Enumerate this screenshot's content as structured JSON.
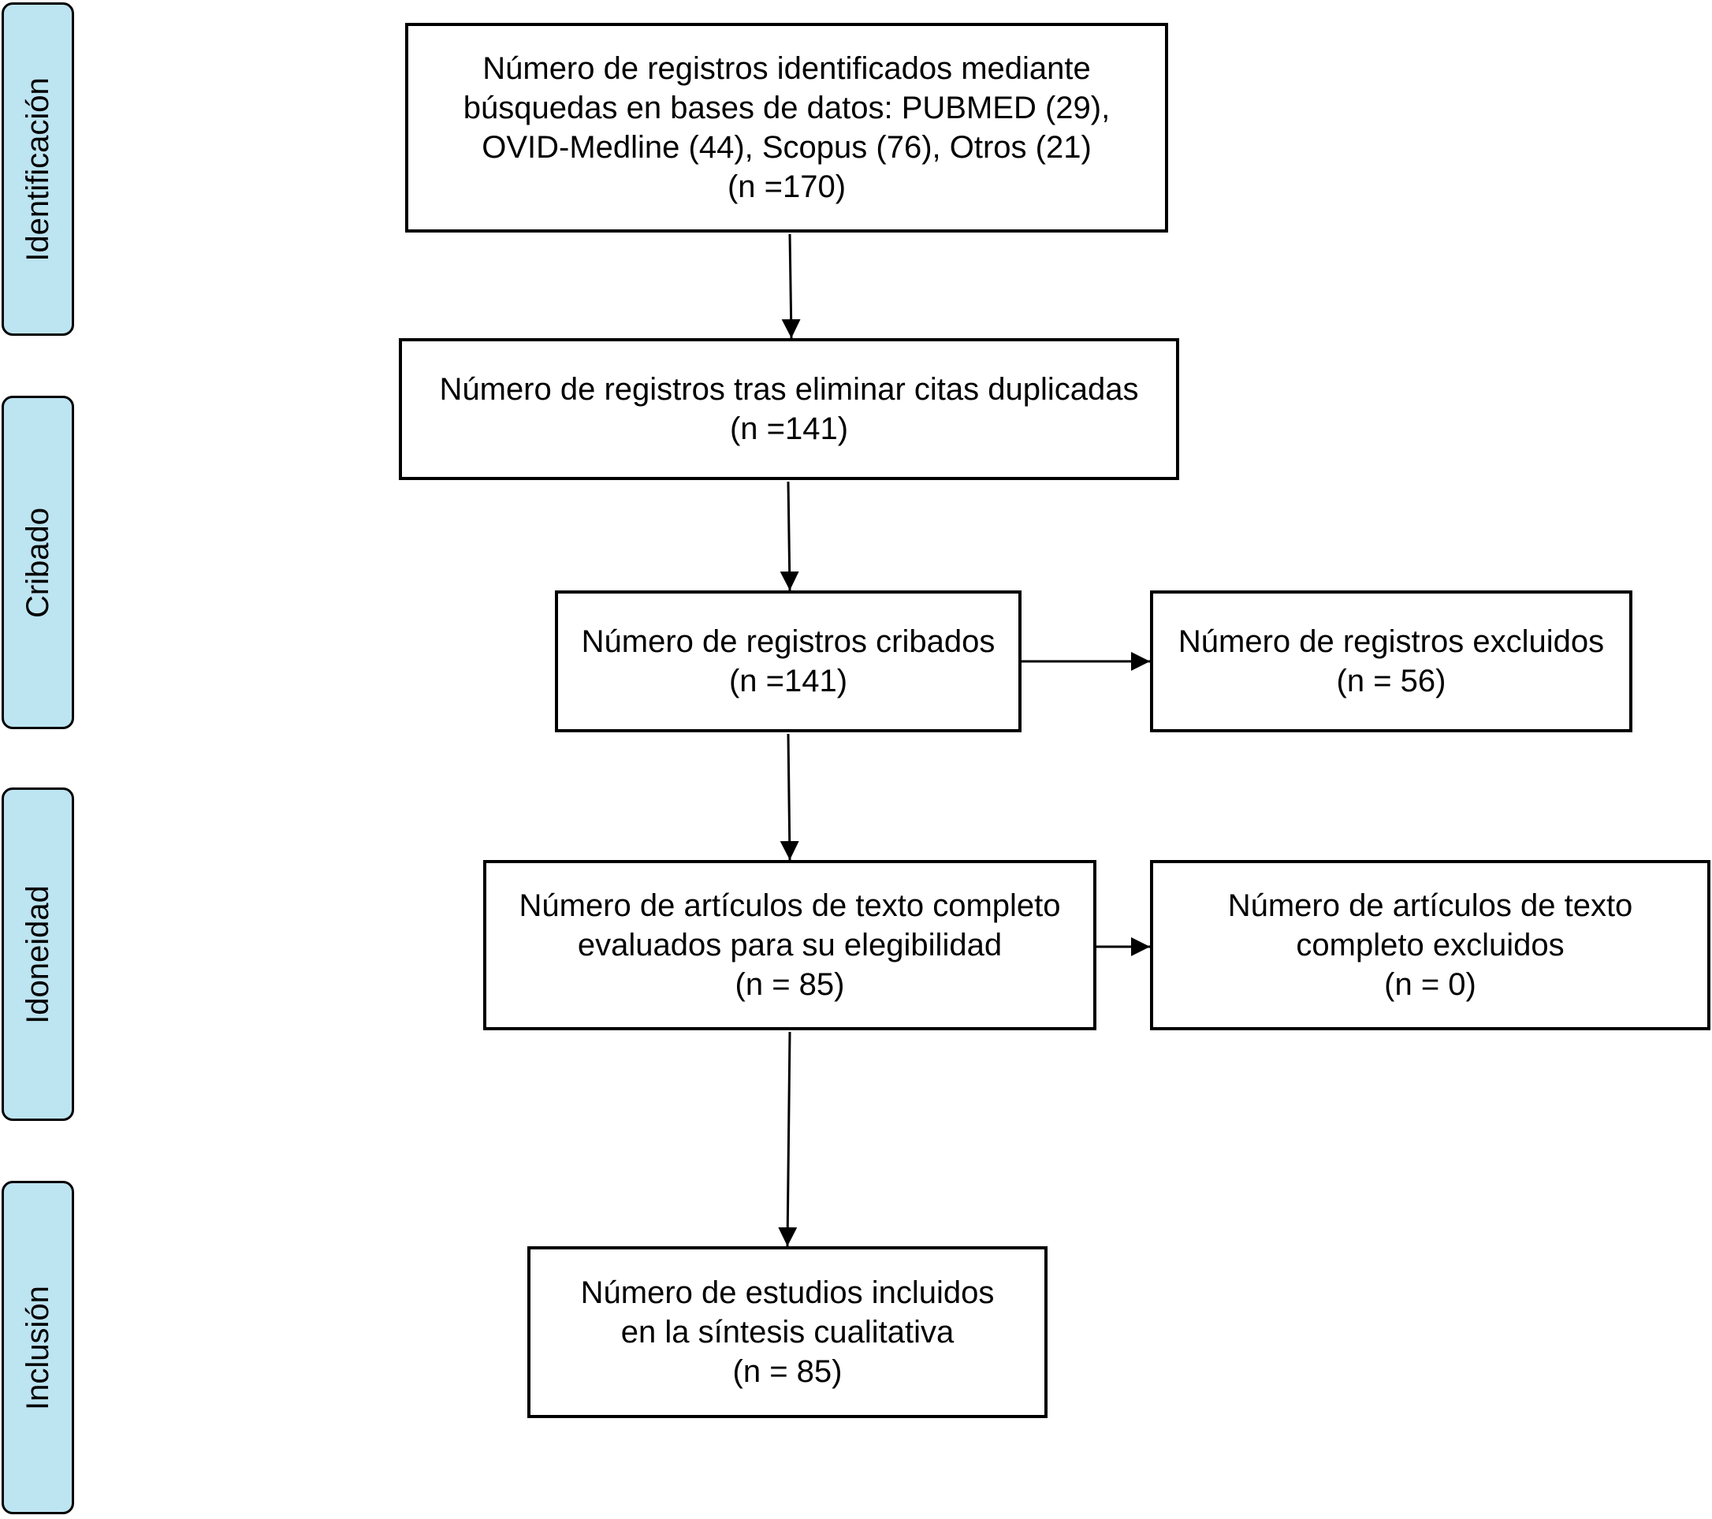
{
  "phases": {
    "identificacion": "Identificación",
    "cribado": "Cribado",
    "idoneidad": "Idoneidad",
    "inclusion": "Inclusión"
  },
  "boxes": {
    "identified": {
      "line1": "Número de registros identificados mediante",
      "line2": "búsquedas en bases de datos: PUBMED (29),",
      "line3": "OVID-Medline (44), Scopus (76), Otros (21)",
      "count": "(n =170)"
    },
    "deduplicated": {
      "line1": "Número de registros tras eliminar citas duplicadas",
      "count": "(n =141)"
    },
    "screened": {
      "line1": "Número de registros cribados",
      "count": "(n =141)"
    },
    "excluded_records": {
      "line1": "Número de registros excluidos",
      "count": "(n = 56)"
    },
    "fulltext_assessed": {
      "line1": "Número de artículos de texto completo",
      "line2": "evaluados para su elegibilidad",
      "count": "(n = 85)"
    },
    "fulltext_excluded": {
      "line1": "Número de artículos de texto",
      "line2": "completo excluidos",
      "count": "(n = 0)"
    },
    "included": {
      "line1": "Número de estudios incluidos",
      "line2": "en la síntesis cualitativa",
      "count": "(n = 85)"
    }
  },
  "colors": {
    "phase_fill": "#bde4f1",
    "border": "#000000",
    "background": "#ffffff"
  }
}
